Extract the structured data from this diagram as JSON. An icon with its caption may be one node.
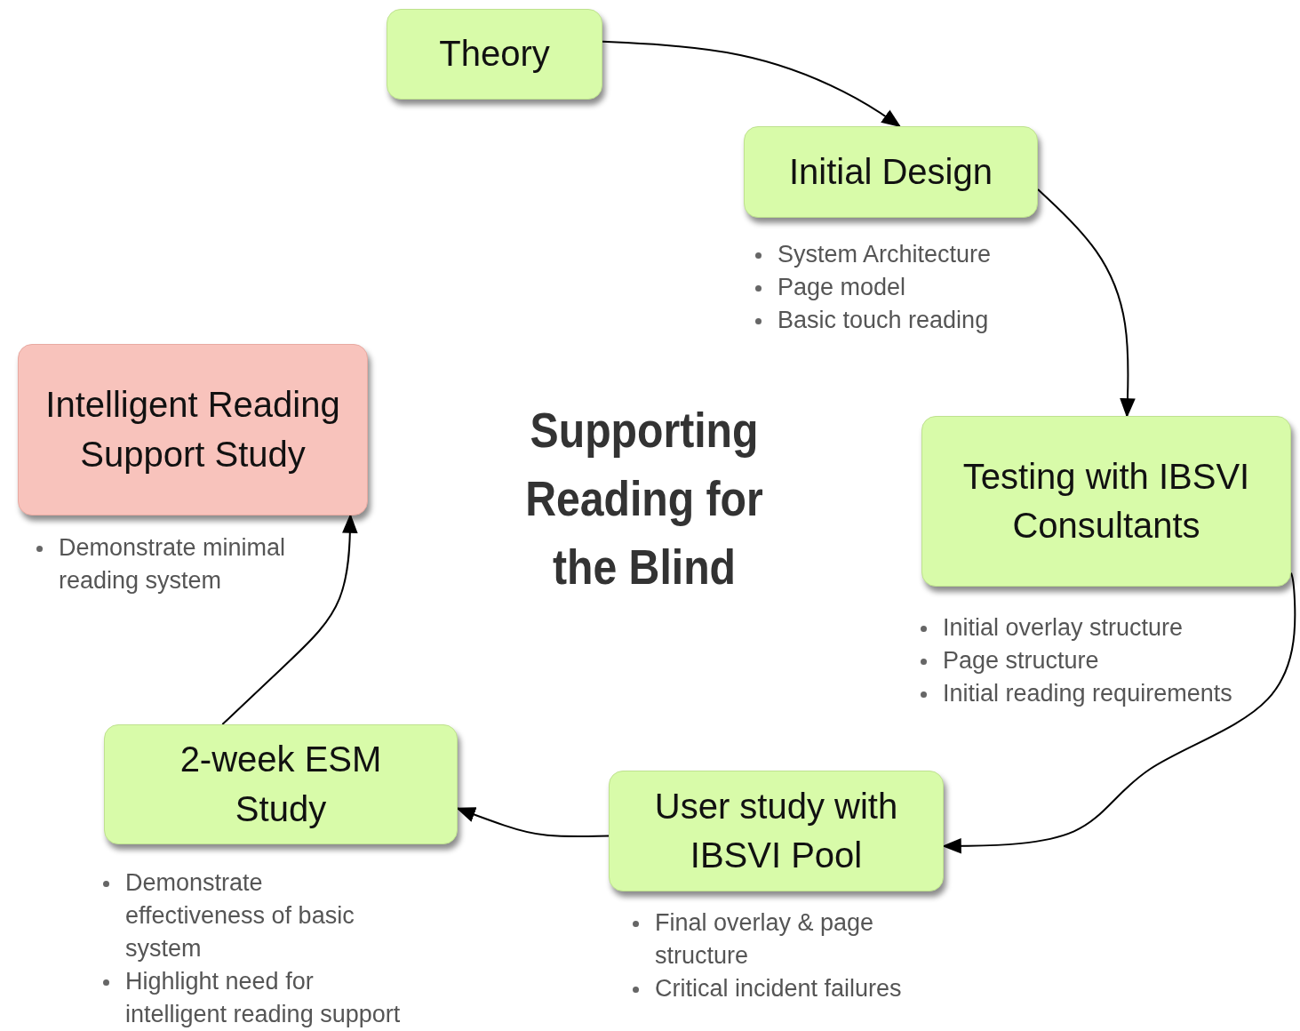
{
  "diagram": {
    "title": "Supporting Reading for the Blind",
    "nodes": [
      {
        "text": [
          "Theory"
        ]
      },
      {
        "text": [
          "Initial Design"
        ],
        "beside": [
          "System Architecture",
          "Page model",
          "Basic touch reading"
        ]
      },
      {
        "text": [
          "Testing with IBSVI Consultants"
        ],
        "beside": [
          "Initial overlay structure",
          "Page structure",
          "Initial reading requirements"
        ]
      },
      {
        "text": [
          "User study with IBSVI Pool"
        ],
        "beside": [
          "Final overlay & page structure",
          "Critical incident failures"
        ]
      },
      {
        "text": [
          "2-week ESM Study"
        ],
        "beside": [
          "Demonstrate effectiveness of basic system",
          "Highlight need for intelligent reading support"
        ]
      },
      {
        "text": [
          "Intelligent Reading Support Study"
        ],
        "beside": [
          "Demonstrate minimal reading system"
        ]
      }
    ],
    "edges": [
      {
        "from": 0,
        "to": 1,
        "arrow": "to"
      },
      {
        "from": 1,
        "to": 2,
        "arrow": "to"
      },
      {
        "from": 2,
        "to": 3,
        "arrow": "to"
      },
      {
        "from": 3,
        "to": 4,
        "arrow": "to"
      },
      {
        "from": 4,
        "to": 5,
        "arrow": "to"
      }
    ]
  }
}
